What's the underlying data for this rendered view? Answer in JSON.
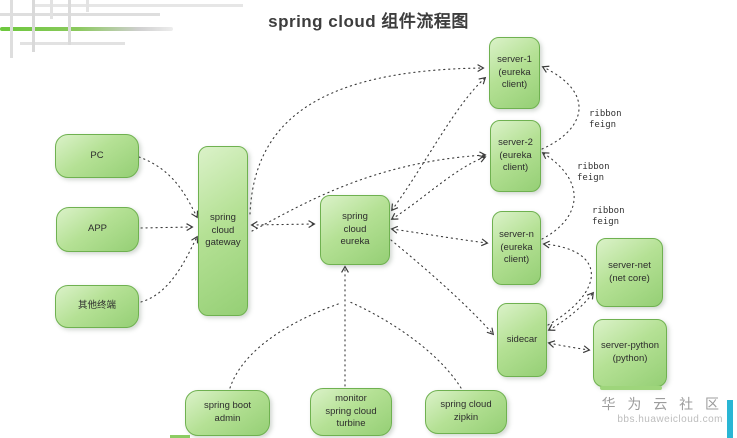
{
  "title": "spring cloud 组件流程图",
  "nodes": {
    "pc": "PC",
    "app": "APP",
    "other_terminal": "其他终端",
    "gateway": "spring\ncloud\ngateway",
    "eureka": "spring\ncloud\neureka",
    "server_1": "server-1\n(eureka\nclient)",
    "server_2": "server-2\n(eureka\nclient)",
    "server_n": "server-n\n(eureka\nclient)",
    "sidecar": "sidecar",
    "server_net": "server-net\n(net core)",
    "server_python": "server-python\n(python)",
    "boot_admin": "spring boot\nadmin",
    "turbine": "monitor\nspring cloud\nturbine",
    "zipkin": "spring cloud\nzipkin"
  },
  "edge_label": {
    "ribbon_feign": "ribbon\nfeign"
  },
  "watermark": {
    "brand": "华 为 云 社 区",
    "site": "bbs.huaweicloud.com"
  },
  "colors": {
    "node_fill_light": "#dbf2c9",
    "node_fill_dark": "#95cf75",
    "node_border": "#6fb150",
    "edge": "#3a3a3a",
    "accent_green": "#7dc943",
    "accent_cyan": "#29b6d4"
  }
}
